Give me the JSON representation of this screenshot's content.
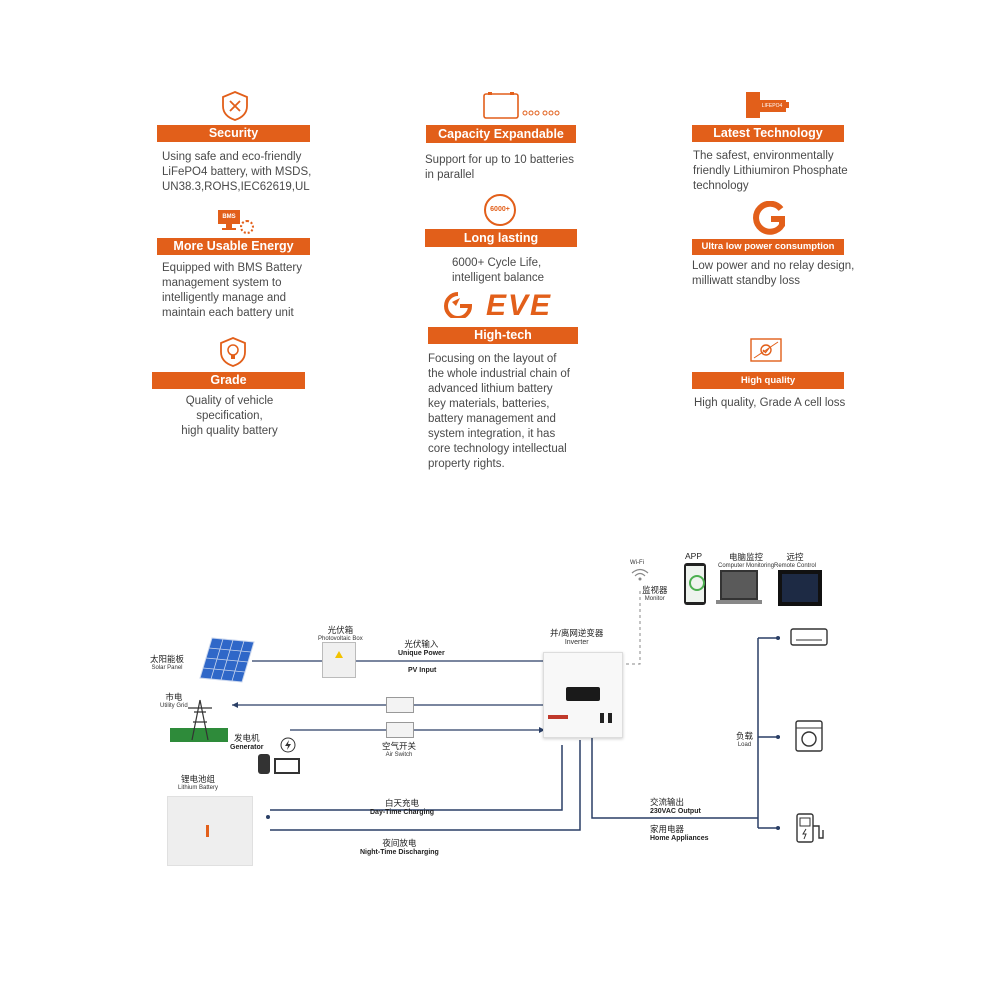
{
  "features": {
    "security": {
      "title": "Security",
      "desc": [
        "Using safe and eco-friendly",
        "LiFePO4 battery, with MSDS,",
        "UN38.3,ROHS,IEC62619,UL"
      ]
    },
    "capacity": {
      "title": "Capacity Expandable",
      "desc": [
        "Support for up to 10 batteries",
        "in parallel"
      ]
    },
    "latest": {
      "title": "Latest Technology",
      "desc": [
        "The safest, environmentally",
        "friendly Lithiumiron Phosphate",
        "technology"
      ]
    },
    "usable": {
      "title": "More Usable Energy",
      "icon_text": "BMS",
      "desc": [
        "Equipped with BMS Battery",
        "management system to",
        "intelligently manage and",
        "maintain each battery unit"
      ]
    },
    "long": {
      "title": "Long lasting",
      "icon_text": "6000+",
      "desc": [
        "6000+ Cycle Life,",
        "intelligent balance"
      ]
    },
    "ultra": {
      "title": "Ultra low power consumption",
      "desc": [
        "Low power and no relay design,",
        "milliwatt standby loss"
      ]
    },
    "grade": {
      "title": "Grade",
      "desc": [
        "Quality of vehicle specification,",
        "high quality battery"
      ]
    },
    "hightech": {
      "title": "High-tech",
      "logo": "EVE",
      "desc": [
        "Focusing on the layout of",
        "the whole industrial chain of",
        "advanced lithium battery",
        "key materials, batteries,",
        "battery management and",
        "system integration, it has",
        "core technology intellectual",
        "property rights."
      ]
    },
    "quality": {
      "title": "High quality",
      "desc": [
        "High quality, Grade A cell loss"
      ]
    },
    "lifepo4_label": "LIFEPO4"
  },
  "diagram": {
    "wifi": "Wi-Fi",
    "monitor": {
      "cn": "监视器",
      "en": "Monitor"
    },
    "app": "APP",
    "computer": {
      "cn": "电脑监控",
      "en": "Computer Monitoring"
    },
    "remote": {
      "cn": "远控",
      "en": "Remote Control"
    },
    "pvbox": {
      "cn": "光伏箱",
      "en": "Photovoltaic Box"
    },
    "solar": {
      "cn": "太阳能板",
      "en": "Solar Panel"
    },
    "pv_input": {
      "cn": "光伏输入",
      "en": "Unique Power",
      "en2": "PV Input"
    },
    "inverter": {
      "cn": "并/离网逆变器",
      "en": "Inverter"
    },
    "grid": {
      "cn": "市电",
      "en": "Utility Grid"
    },
    "generator": {
      "cn": "发电机",
      "en": "Generator"
    },
    "air_switch": {
      "cn": "空气开关",
      "en": "Air Switch"
    },
    "battery": {
      "cn": "锂电池组",
      "en": "Lithium Battery"
    },
    "day": {
      "cn": "白天充电",
      "en": "Day-Time Charging"
    },
    "night": {
      "cn": "夜间放电",
      "en": "Night-Time Discharging"
    },
    "ac_out": {
      "cn": "交流输出",
      "en": "230VAC Output"
    },
    "home": {
      "cn": "家用电器",
      "en": "Home Appliances"
    },
    "load": {
      "cn": "负载",
      "en": "Load"
    }
  }
}
